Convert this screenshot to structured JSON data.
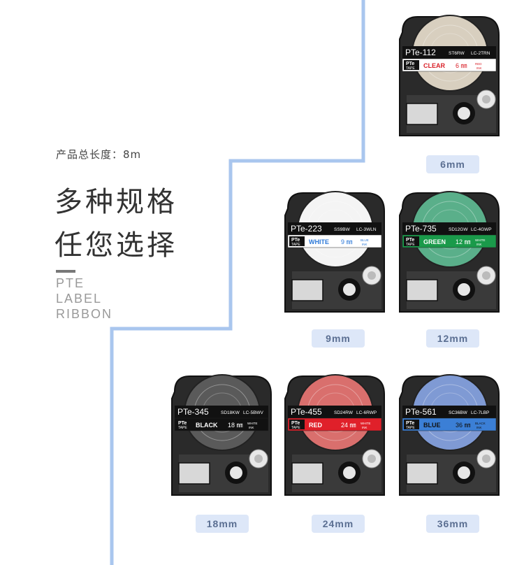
{
  "total_length": "产品总长度：8m",
  "headline": [
    "多种规格",
    "任您选择"
  ],
  "english": [
    "PTE",
    "LABEL",
    "RIBBON"
  ],
  "colors": {
    "stair_line": "#a9c6ee",
    "badge_bg": "#dde7f8",
    "badge_text": "#5b6f92"
  },
  "tapes": [
    {
      "code": "PTe-112",
      "part": "ST6RW",
      "lc": "LC-2TRN",
      "color_name": "CLEAR",
      "size_label": "6mm",
      "band_size": "6",
      "ink": "RED INK",
      "band_color": "#ffffff",
      "text_color": "#d9222a",
      "reel_color": "#d8cfbf",
      "badge": "6mm"
    },
    {
      "code": "PTe-223",
      "part": "SS9BW",
      "lc": "LC-3WLN",
      "color_name": "WHITE",
      "size_label": "9mm",
      "band_size": "9",
      "ink": "BLUE INK",
      "band_color": "#ffffff",
      "text_color": "#2d79d8",
      "reel_color": "#f4f4f4",
      "badge": "9mm"
    },
    {
      "code": "PTe-735",
      "part": "SD12GW",
      "lc": "LC-4GWP",
      "color_name": "GREEN",
      "size_label": "12mm",
      "band_size": "12",
      "ink": "WHITE INK",
      "band_color": "#1a9a4a",
      "text_color": "#ffffff",
      "reel_color": "#5aaf8a",
      "badge": "12mm"
    },
    {
      "code": "PTe-345",
      "part": "SD18KW",
      "lc": "LC-5BWV",
      "color_name": "BLACK",
      "size_label": "18mm",
      "band_size": "18",
      "ink": "WHITE INK",
      "band_color": "#111111",
      "text_color": "#ffffff",
      "reel_color": "#5a5a5a",
      "badge": "18mm"
    },
    {
      "code": "PTe-455",
      "part": "SD24RW",
      "lc": "LC-6RWP",
      "color_name": "RED",
      "size_label": "24mm",
      "band_size": "24",
      "ink": "WHITE INK",
      "band_color": "#e0202a",
      "text_color": "#ffffff",
      "reel_color": "#d96f6d",
      "badge": "24mm"
    },
    {
      "code": "PTe-561",
      "part": "SC36BW",
      "lc": "LC-7LBP",
      "color_name": "BLUE",
      "size_label": "36mm",
      "band_size": "36",
      "ink": "BLACK INK",
      "band_color": "#3b7fd6",
      "text_color": "#111111",
      "reel_color": "#7f9ad4",
      "badge": "36mm"
    }
  ]
}
